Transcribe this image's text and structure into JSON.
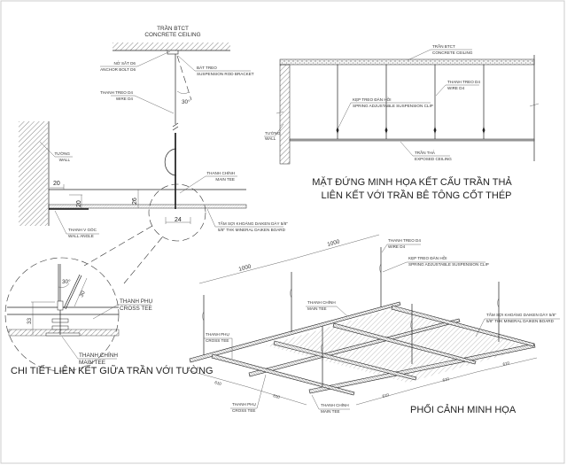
{
  "colors": {
    "line": "#222222",
    "background": "#ffffff"
  },
  "section_detail": {
    "concrete_ceiling": [
      "TRẦN BTCT",
      "CONCRETE CEILING"
    ],
    "anchor_bolt": [
      "NỞ SẮT D6",
      "ANCHOR BOLT D6"
    ],
    "rod_bracket": [
      "BÁT TREO",
      "SUSPENSION ROD BRACKET"
    ],
    "wire": [
      "THANH TREO D4",
      "WIRE D4"
    ],
    "angle": "30°",
    "wall": [
      "TƯỜNG",
      "WALL"
    ],
    "main_tee": [
      "THANH CHÍNH",
      "MAIN TEE"
    ],
    "board": [
      "TẤM SỢI KHOÁNG DAIKEN DÀY 5/8\"",
      "5/8\" THK MINERAL DAIKEN BOARD"
    ],
    "wall_angle": [
      "THANH V GÓC",
      "WALL ANGLE"
    ],
    "dims": {
      "d1": "20",
      "d2": "20",
      "d3": "26",
      "d4": "24"
    }
  },
  "elevation": {
    "concrete_ceiling": [
      "TRẦN BTCT",
      "CONCRETE CEILING"
    ],
    "wire": [
      "THANH TREO D4",
      "WIRE D4"
    ],
    "clip": [
      "KẸP TREO ĐÀN HỒI",
      "SPRING ADJUSTABLE SUSPENSION CLIP"
    ],
    "wall": [
      "TƯỜNG",
      "WALL"
    ],
    "exposed_ceiling": [
      "TRẦN THẢ",
      "EXPOSED CEILING"
    ],
    "title": [
      "MẶT ĐỨNG MINH HỌA KẾT CẤU TRẦN THẢ",
      "LIÊN KẾT VỚI TRẦN BÊ TÔNG CỐT THÉP"
    ]
  },
  "joint_detail": {
    "angle": "30°",
    "dim_30": "30",
    "dim_33": "33",
    "cross_tee": [
      "THANH PHỤ",
      "CROSS TEE"
    ],
    "main_tee": [
      "THANH CHÍNH",
      "MAIN TEE"
    ],
    "title": "CHI TIẾT LIÊN KẾT GIỮA TRẦN VỚI TƯỜNG"
  },
  "perspective": {
    "wire": [
      "THANH TREO D4",
      "WIRE D4"
    ],
    "clip": [
      "KẸP TREO ĐÀN HỒI",
      "SPRING ADJUSTABLE SUSPENSION CLIP"
    ],
    "main_tee_top": [
      "THANH CHÍNH",
      "MAIN TEE"
    ],
    "cross_tee_left": [
      "THANH PHỤ",
      "CROSS TEE"
    ],
    "board": [
      "TẤM SỢI KHOÁNG DAIKEN DÀY 5/8\"",
      "5/8\" THK MINERAL DAIKEN BOARD"
    ],
    "cross_tee_bottom": [
      "THANH PHỤ",
      "CROSS TEE"
    ],
    "main_tee_bottom": [
      "THANH CHÍNH",
      "MAIN TEE"
    ],
    "dims": [
      "1000",
      "1000",
      "610",
      "610",
      "610",
      "610",
      "610"
    ],
    "title": "PHỐI CẢNH MINH HỌA"
  }
}
